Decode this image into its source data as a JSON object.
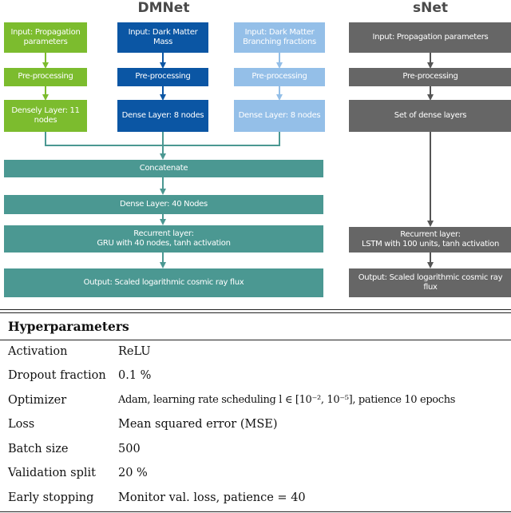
{
  "headings": {
    "left": "DMNet",
    "right": "sNet"
  },
  "dmnet": {
    "input_prop": "Input: Propagation parameters",
    "input_mass": "Input: Dark Matter Mass",
    "input_branch": "Input: Dark Matter Branching fractions",
    "pre_green": "Pre-processing",
    "pre_dblue": "Pre-processing",
    "pre_lblue": "Pre-processing",
    "dense_green": "Densely Layer: 11 nodes",
    "dense_dblue": "Dense Layer: 8 nodes",
    "dense_lblue": "Dense Layer: 8 nodes",
    "concatenate": "Concatenate",
    "dense40": "Dense Layer: 40 Nodes",
    "recurrent_title": "Recurrent layer:",
    "recurrent_detail": "GRU with 40 nodes, tanh activation",
    "output": "Output: Scaled logarithmic cosmic ray flux"
  },
  "snet": {
    "input": "Input: Propagation parameters",
    "pre": "Pre-processing",
    "dense_set": "Set of dense layers",
    "recurrent_title": "Recurrent layer:",
    "recurrent_detail": "LSTM with 100 units, tanh activation",
    "output": "Output: Scaled logarithmic cosmic ray flux"
  },
  "colors": {
    "green": "#7cbc2e",
    "dark_blue": "#0b56a4",
    "light_blue": "#94bfe8",
    "teal": "#4b9892",
    "grey": "#666666"
  },
  "table": {
    "title": "Hyperparameters",
    "rows": [
      {
        "key": "Activation",
        "value": "ReLU"
      },
      {
        "key": "Dropout fraction",
        "value": "0.1 %"
      },
      {
        "key": "Optimizer",
        "value": "Adam, learning rate scheduling l ∈ [10⁻², 10⁻⁵], patience 10 epochs"
      },
      {
        "key": "Loss",
        "value": "Mean squared error (MSE)"
      },
      {
        "key": "Batch size",
        "value": "500"
      },
      {
        "key": "Validation split",
        "value": "20 %"
      },
      {
        "key": "Early stopping",
        "value": "Monitor val. loss, patience = 40"
      }
    ]
  }
}
